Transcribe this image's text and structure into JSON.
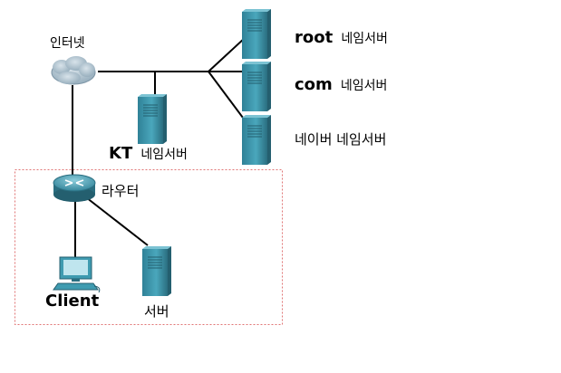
{
  "labels": {
    "internet": "인터넷",
    "root_bold": "root",
    "root_rest": "네임서버",
    "com_bold": "com",
    "com_rest": "네임서버",
    "naver": "네이버 네임서버",
    "kt_bold": "KT",
    "kt_rest": "네임서버",
    "router": "라우터",
    "client": "Client",
    "server": "서버"
  },
  "icons": {
    "cloud": "cloud-icon",
    "router": "router-icon",
    "server": "server-icon",
    "pc": "pc-icon"
  },
  "colors": {
    "device_teal": "#3f9bb0",
    "device_dark": "#2b7184",
    "device_light": "#7cc3d3",
    "cloud": "#9fb5c3",
    "link": "#000000",
    "zone_border": "#e07575"
  }
}
